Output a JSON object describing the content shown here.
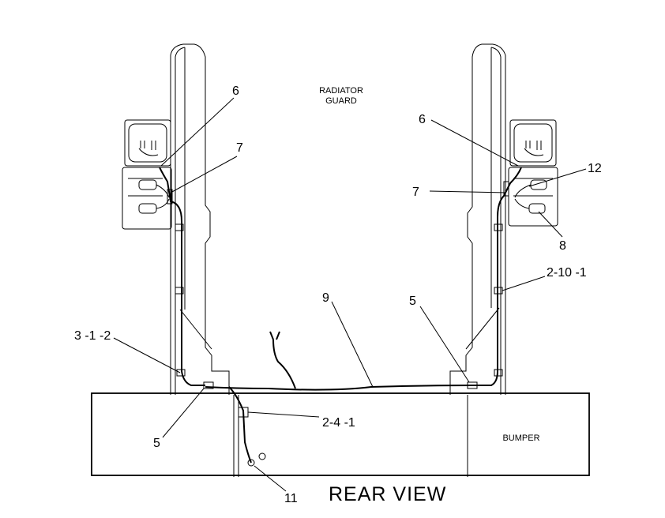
{
  "diagram": {
    "title": "REAR VIEW",
    "area_labels": {
      "radiator_guard_line1": "RADIATOR",
      "radiator_guard_line2": "GUARD",
      "bumper": "BUMPER"
    },
    "callouts": [
      {
        "id": "c6_left",
        "text": "6"
      },
      {
        "id": "c7_left",
        "text": "7"
      },
      {
        "id": "c6_right",
        "text": "6"
      },
      {
        "id": "c12",
        "text": "12"
      },
      {
        "id": "c7_right",
        "text": "7"
      },
      {
        "id": "c8",
        "text": "8"
      },
      {
        "id": "c2_10_1",
        "text": "2-10 -1"
      },
      {
        "id": "c9",
        "text": "9"
      },
      {
        "id": "c5_right",
        "text": "5"
      },
      {
        "id": "c3_1_2",
        "text": "3 -1 -2"
      },
      {
        "id": "c5_left",
        "text": "5"
      },
      {
        "id": "c2_4_1",
        "text": "2-4 -1"
      },
      {
        "id": "c11",
        "text": "11"
      }
    ]
  }
}
